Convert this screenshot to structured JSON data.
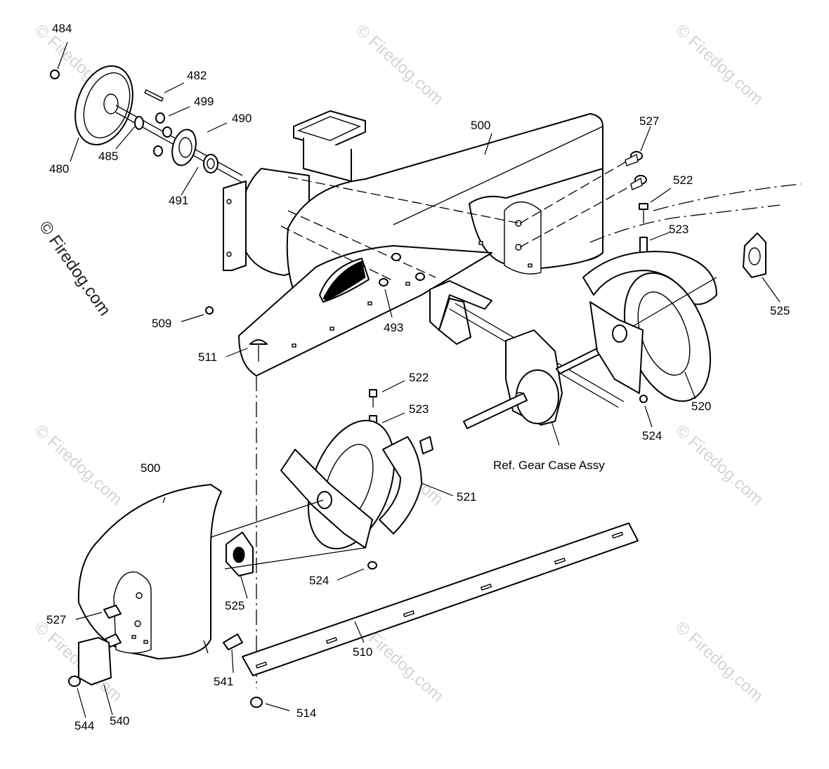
{
  "diagram": {
    "callouts": [
      "484",
      "482",
      "499",
      "490",
      "480",
      "485",
      "491",
      "500",
      "527",
      "522",
      "523",
      "525",
      "509",
      "511",
      "493",
      "520",
      "524",
      "522",
      "523",
      "521",
      "524",
      "500",
      "525",
      "527",
      "541",
      "510",
      "514",
      "544",
      "540"
    ],
    "reference_label": "Ref. Gear Case Assy",
    "watermark": "© Firedog.com"
  }
}
